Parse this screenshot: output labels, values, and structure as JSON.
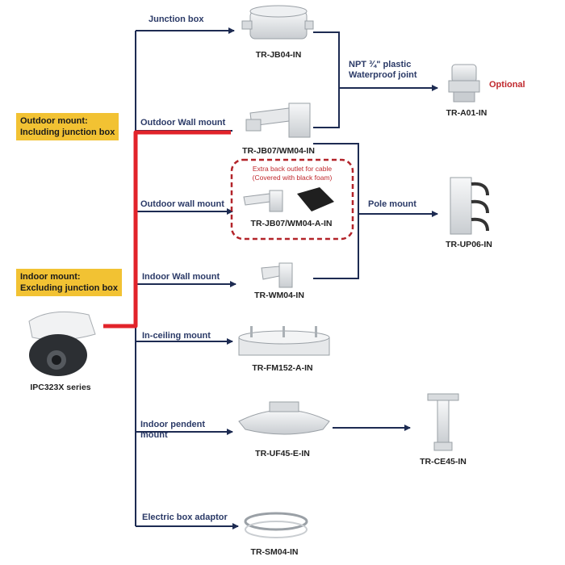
{
  "colors": {
    "line": "#1d2b52",
    "accent_red": "#e2232a",
    "tag_yellow": "#f2c233",
    "label_blue": "#2b3a67",
    "note_red": "#c0282d",
    "device_gray": "#e6e8ea"
  },
  "tags": {
    "outdoor": [
      "Outdoor mount:",
      "Including junction box"
    ],
    "indoor": [
      "Indoor mount:",
      "Excluding junction box"
    ]
  },
  "camera": {
    "label": "IPC323X series",
    "icon": "dome-camera-icon"
  },
  "branches": {
    "junction_box": "Junction box",
    "outdoor_wall_1": "Outdoor Wall mount",
    "outdoor_wall_2": "Outdoor wall mount",
    "indoor_wall": "Indoor Wall mount",
    "in_ceiling": "In-ceiling mount",
    "pendent": [
      "Indoor pendent",
      "mount"
    ],
    "electric_box": "Electric box  adaptor"
  },
  "parts": {
    "jb04": "TR-JB04-IN",
    "jb07_wm04": "TR-JB07/WM04-IN",
    "jb07_wm04_a": "TR-JB07/WM04-A-IN",
    "wm04": "TR-WM04-IN",
    "fm152": "TR-FM152-A-IN",
    "uf45": "TR-UF45-E-IN",
    "sm04": "TR-SM04-IN",
    "a01": "TR-A01-IN",
    "up06": "TR-UP06-IN",
    "ce45": "TR-CE45-IN"
  },
  "joint_label": [
    "NPT ¾\" plastic",
    "Waterproof joint"
  ],
  "optional": "Optional",
  "pole_mount": "Pole mount",
  "outlet_note": [
    "Extra back outlet for cable",
    "(Covered with black foam)"
  ]
}
